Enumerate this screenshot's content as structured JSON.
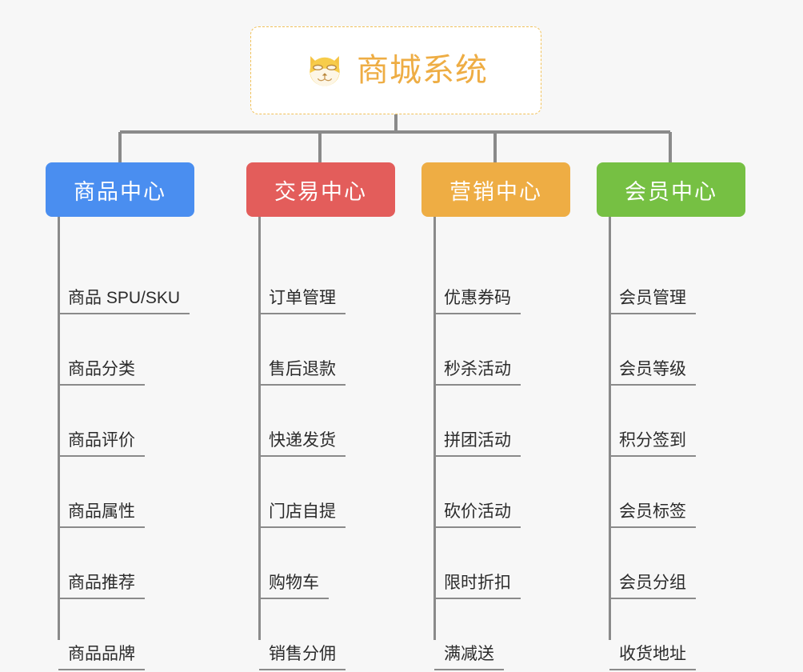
{
  "diagram": {
    "type": "mindmap-tree",
    "background_color": "#f7f7f7",
    "connector_color": "#8a8a8a",
    "root": {
      "title": "商城系统",
      "icon": "shiba-dog-face-icon",
      "text_color": "#eead44",
      "border_color": "#f2c25a",
      "background_color": "#ffffff"
    },
    "branches": [
      {
        "title": "商品中心",
        "color": "#4a8ef0",
        "items": [
          "商品 SPU/SKU",
          "商品分类",
          "商品评价",
          "商品属性",
          "商品推荐",
          "商品品牌"
        ]
      },
      {
        "title": "交易中心",
        "color": "#e35d5b",
        "items": [
          "订单管理",
          "售后退款",
          "快递发货",
          "门店自提",
          "购物车",
          "销售分佣"
        ]
      },
      {
        "title": "营销中心",
        "color": "#eead44",
        "items": [
          "优惠券码",
          "秒杀活动",
          "拼团活动",
          "砍价活动",
          "限时折扣",
          "满减送"
        ]
      },
      {
        "title": "会员中心",
        "color": "#76c043",
        "items": [
          "会员管理",
          "会员等级",
          "积分签到",
          "会员标签",
          "会员分组",
          "收货地址"
        ]
      }
    ]
  }
}
